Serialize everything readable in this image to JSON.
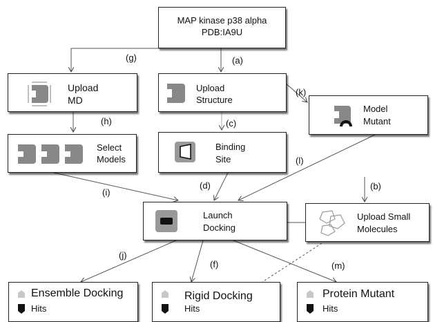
{
  "nodes": {
    "start": {
      "line1": "MAP kinase p38 alpha",
      "line2": "PDB:IA9U"
    },
    "upload_md": {
      "line1": "Upload",
      "line2": "MD"
    },
    "upload_structure": {
      "line1": "Upload",
      "line2": "Structure"
    },
    "model_mutant": {
      "line1": "Model",
      "line2": "Mutant"
    },
    "select_models": {
      "line1": "Select",
      "line2": "Models"
    },
    "binding_site": {
      "line1": "Binding",
      "line2": "Site"
    },
    "launch_docking": {
      "line1": "Launch",
      "line2": "Docking"
    },
    "upload_small_molecules": {
      "line1": "Upload Small",
      "line2": "Molecules"
    },
    "ensemble_docking": {
      "title": "Ensemble Docking",
      "hits": "Hits"
    },
    "rigid_docking": {
      "title": "Rigid Docking",
      "hits": "Hits"
    },
    "protein_mutant": {
      "title": "Protein Mutant",
      "hits": "Hits"
    }
  },
  "edges": {
    "a": "(a)",
    "b": "(b)",
    "c": "(c)",
    "d": "(d)",
    "f": "(f)",
    "g": "(g)",
    "h": "(h)",
    "i": "(i)",
    "j": "(j)",
    "k": "(k)",
    "l": "(l)",
    "m": "(m)"
  }
}
